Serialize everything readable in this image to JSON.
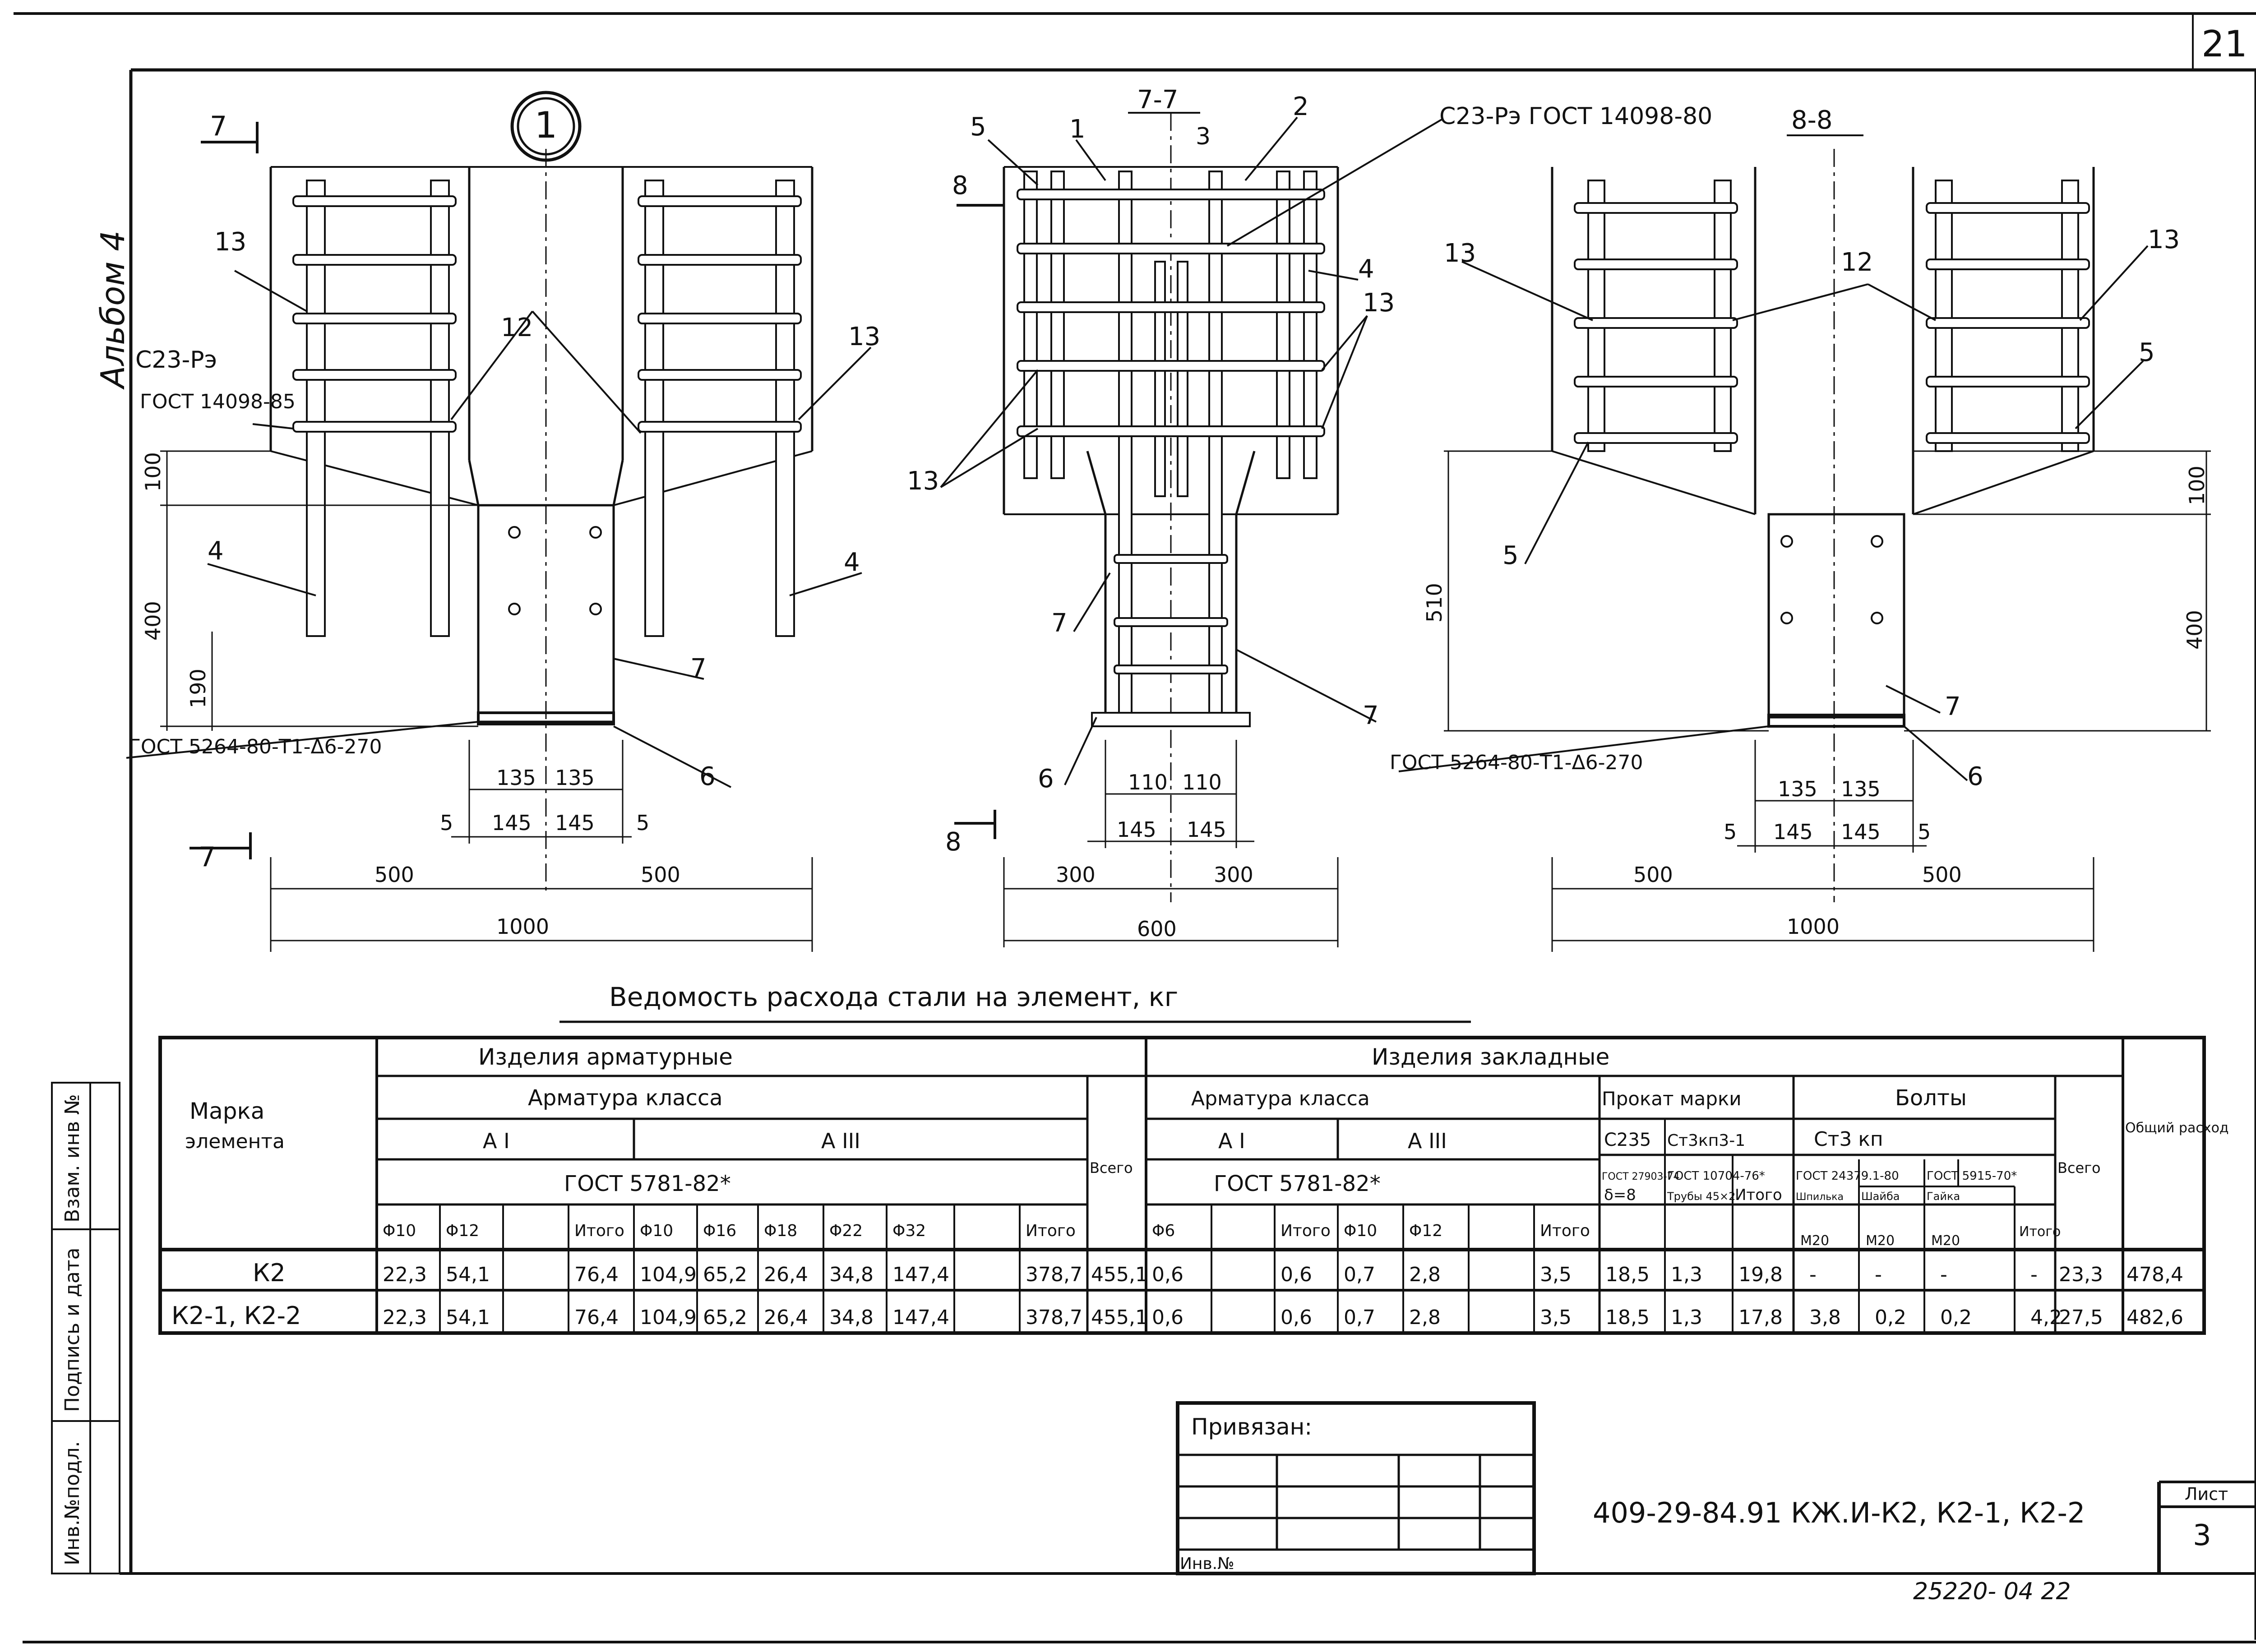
{
  "sheet": {
    "corner_number": "21",
    "album_label": "Альбом 4",
    "project_code": "409-29-84.91 КЖ.И-К2, К2-1, К2-2",
    "sheet_label": "Лист",
    "sheet_number": "3",
    "bound_label": "Привязан:",
    "inv_label": "Инв.№",
    "bottom_code": "25220- 04 22",
    "side_stamp": [
      "Инв.№подл.",
      "Подпись и дата",
      "Взам. инв №"
    ]
  },
  "view1": {
    "circle_label": "1",
    "section_top": "7",
    "section_bottom": "7",
    "callouts": [
      "13",
      "12",
      "13",
      "4",
      "4",
      "7",
      "6"
    ],
    "weld_label": "С23-Рэ",
    "weld_gost": "ГОСТ 14098-85",
    "plate_gost": "ГОСТ 5264-80-Т1-Δ6-270",
    "dims": [
      "100",
      "400",
      "190",
      "135",
      "135",
      "5",
      "145",
      "145",
      "5",
      "500",
      "500",
      "1000"
    ]
  },
  "view2": {
    "title": "7-7",
    "section_mark": "8",
    "weld_label": "С23-Рэ ГОСТ 14098-80",
    "callouts": [
      "5",
      "1",
      "3",
      "2",
      "4",
      "13",
      "13",
      "7",
      "7",
      "6"
    ],
    "dims": [
      "110",
      "110",
      "145",
      "145",
      "300",
      "300",
      "600"
    ]
  },
  "view3": {
    "title": "8-8",
    "callouts": [
      "13",
      "12",
      "13",
      "5",
      "5",
      "7",
      "6"
    ],
    "plate_gost": "ГОСТ 5264-80-Т1-Δ6-270",
    "dims": [
      "100",
      "510",
      "400",
      "135",
      "135",
      "5",
      "145",
      "145",
      "5",
      "500",
      "500",
      "1000"
    ]
  },
  "table": {
    "title": "Ведомость расхода стали на элемент, кг",
    "h_arm": "Изделия арматурные",
    "h_zak": "Изделия закладные",
    "h_mark": "Марка элемента",
    "h_armclass": "Арматура класса",
    "h_armclass2": "Арматура класса",
    "h_ai": "А I",
    "h_aiii": "А III",
    "h_ai2": "А I",
    "h_aiii2": "А III",
    "h_gost": "ГОСТ 5781-82*",
    "h_gost2": "ГОСТ 5781-82*",
    "h_vsego": "Всего",
    "h_vsego2": "Всего",
    "h_total": "Общий расход",
    "h_prokat": "Прокат марки",
    "h_c235": "С235",
    "h_st3kp": "Ст3кп3-1",
    "h_gost_c235": "ГОСТ 27903-74",
    "h_gost_tube": "ГОСТ 10704-76*",
    "h_d8": "δ=8",
    "h_tube": "Трубы 45×2",
    "h_itogo": "Итого",
    "h_bolts": "Болты",
    "h_st3kp2": "Ст3 кп",
    "h_gost_b1": "ГОСТ 24379.1-80",
    "h_gost_b2": "ГОСТ 5915-70*",
    "h_pin": "Шпилька",
    "h_washer": "Шайба",
    "h_nut": "Гайка",
    "h_m20a": "М20",
    "h_m20b": "М20",
    "h_m20c": "М20",
    "cols_a": [
      "Φ10",
      "Φ12",
      "",
      "Итого",
      "Φ10",
      "Φ16",
      "Φ18",
      "Φ22",
      "Φ32",
      "",
      "Итого"
    ],
    "cols_b": [
      "Φ6",
      "",
      "Итого",
      "Φ10",
      "Φ12",
      "",
      "Итого"
    ],
    "rows": [
      {
        "mark": "К2",
        "a": [
          "22,3",
          "54,1",
          "",
          "76,4",
          "104,9",
          "65,2",
          "26,4",
          "34,8",
          "147,4",
          "",
          "378,7"
        ],
        "vsego": "455,1",
        "b": [
          "0,6",
          "",
          "0,6",
          "0,7",
          "2,8",
          "",
          "3,5"
        ],
        "c": [
          "18,5",
          "1,3",
          "19,8"
        ],
        "d": [
          "-",
          "-",
          "-",
          "-"
        ],
        "vsego2": "23,3",
        "total": "478,4"
      },
      {
        "mark": "К2-1, К2-2",
        "a": [
          "22,3",
          "54,1",
          "",
          "76,4",
          "104,9",
          "65,2",
          "26,4",
          "34,8",
          "147,4",
          "",
          "378,7"
        ],
        "vsego": "455,1",
        "b": [
          "0,6",
          "",
          "0,6",
          "0,7",
          "2,8",
          "",
          "3,5"
        ],
        "c": [
          "18,5",
          "1,3",
          "17,8"
        ],
        "d": [
          "3,8",
          "0,2",
          "0,2",
          "4,2"
        ],
        "vsego2": "27,5",
        "total": "482,6"
      }
    ]
  }
}
